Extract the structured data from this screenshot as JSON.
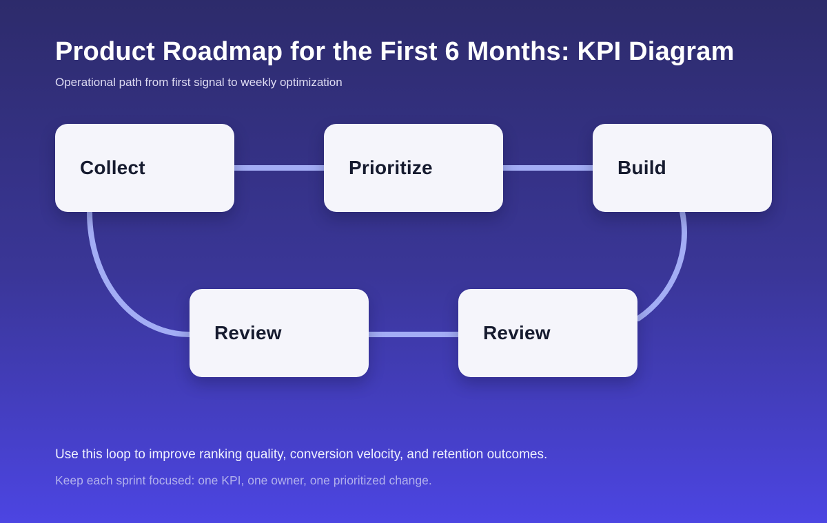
{
  "header": {
    "title": "Product Roadmap for the First 6 Months: KPI Diagram",
    "subtitle": "Operational path from first signal to weekly optimization"
  },
  "diagram": {
    "nodes": [
      {
        "id": "collect",
        "label": "Collect"
      },
      {
        "id": "prioritize",
        "label": "Prioritize"
      },
      {
        "id": "build",
        "label": "Build"
      },
      {
        "id": "review-1",
        "label": "Review"
      },
      {
        "id": "review-2",
        "label": "Review"
      }
    ]
  },
  "footer": {
    "line1": "Use this loop to improve ranking quality, conversion velocity, and retention outcomes.",
    "line2": "Keep each sprint focused: one KPI, one owner, one prioritized change."
  },
  "colors": {
    "background_top": "#2d2b6b",
    "background_bottom": "#4c45e2",
    "node_background": "#f5f5fb",
    "node_text": "#161b2f",
    "connector": "#a3adf5",
    "title_text": "#ffffff",
    "subtitle_text": "#dedcf3",
    "footer_line1_text": "#eef0fe",
    "footer_line2_text": "#b1b0ec"
  }
}
